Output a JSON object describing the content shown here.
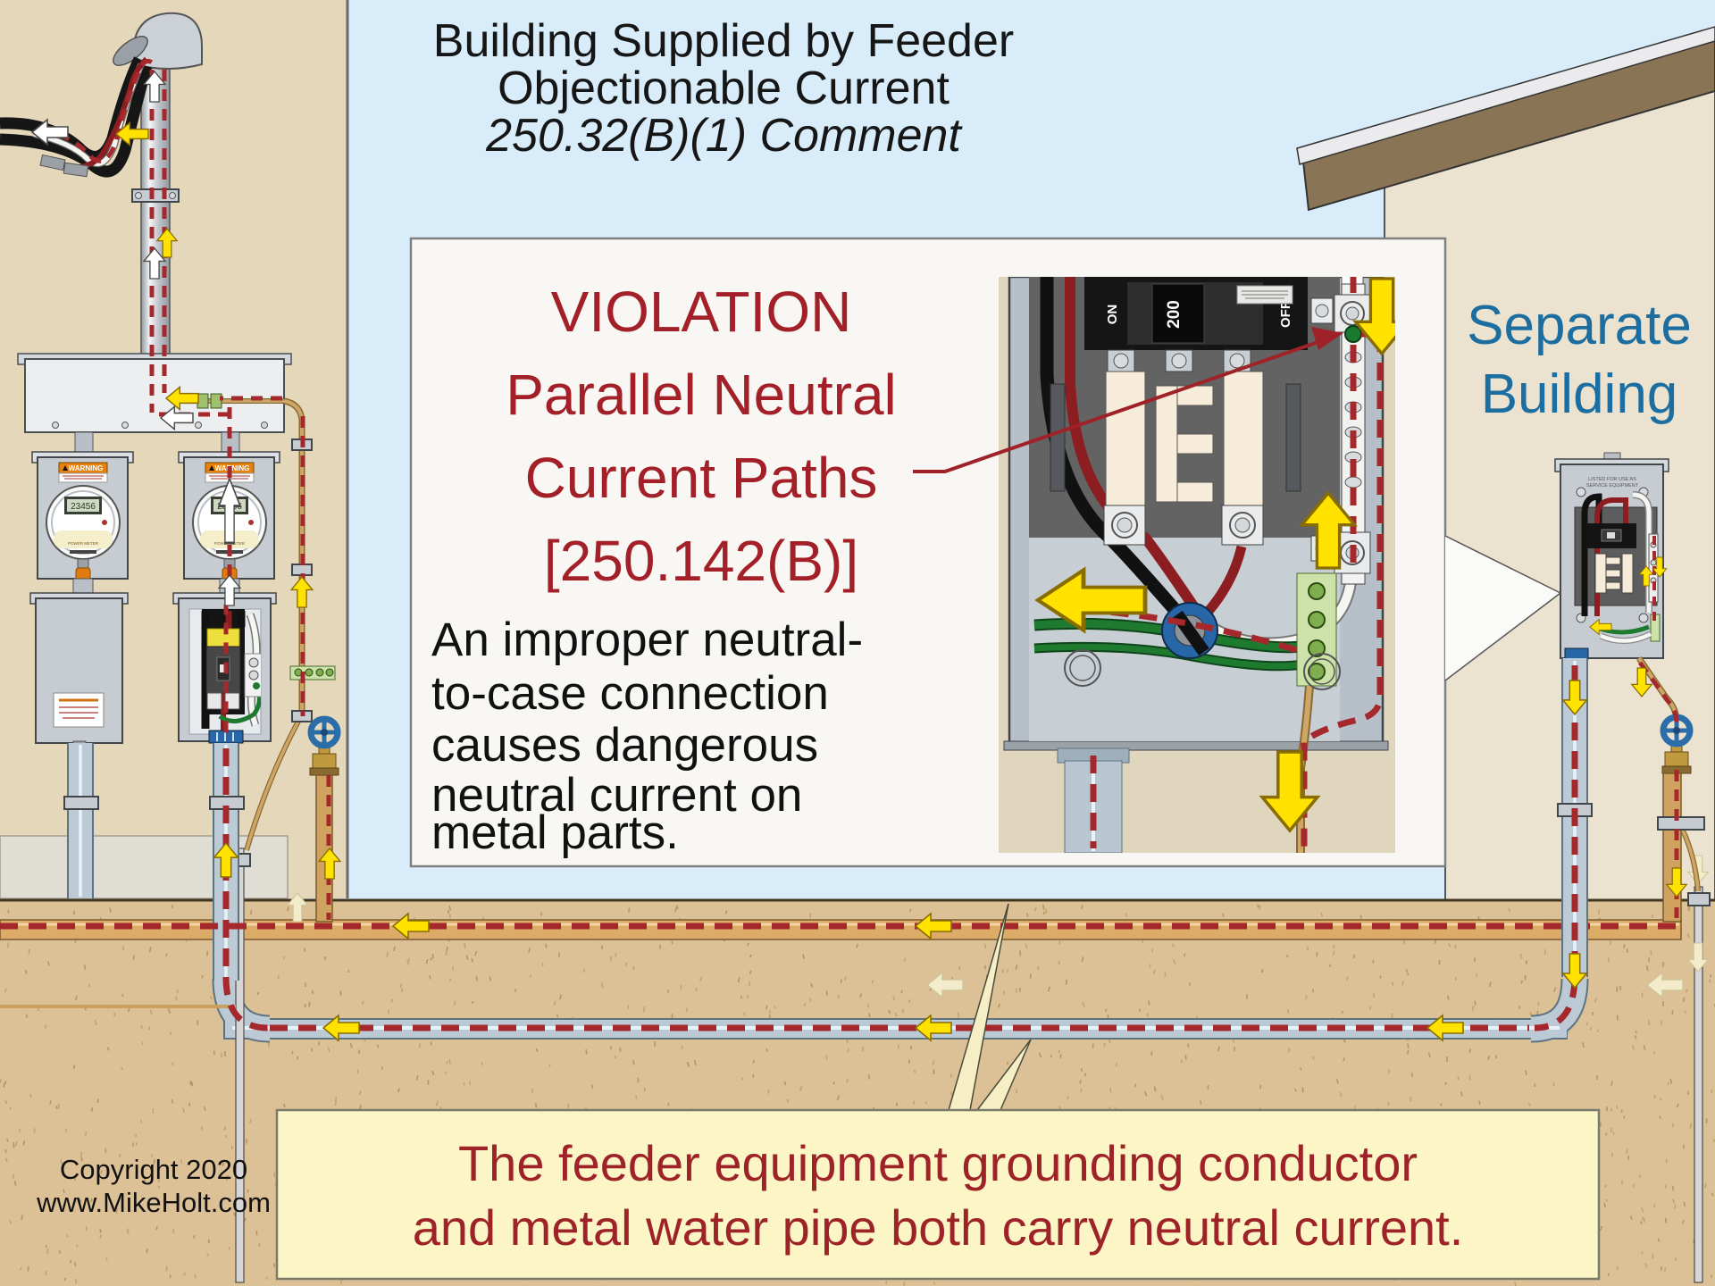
{
  "title": [
    "Building Supplied by Feeder",
    "Objectionable Current",
    "250.32(B)(1) Comment"
  ],
  "inset": {
    "heading": [
      "VIOLATION",
      "Parallel Neutral",
      "Current Paths",
      "[250.142(B)]"
    ],
    "body": [
      "An improper neutral-",
      "to-case connection",
      "causes dangerous",
      "neutral current on",
      "metal parts."
    ],
    "breaker": {
      "rating": "200",
      "on": "ON",
      "off": "OFF"
    }
  },
  "labels": {
    "separate_building": [
      "Separate",
      "Building"
    ]
  },
  "callout": [
    "The feeder equipment grounding conductor",
    "and metal water pipe both carry neutral current."
  ],
  "copyright": [
    "Copyright 2020",
    "www.MikeHolt.com"
  ],
  "meter": {
    "display": "23456",
    "warning": "WARNING",
    "brand": "POWER METER"
  },
  "remote_panel": {
    "listed": [
      "LISTED FOR USE AS",
      "SERVICE EQUIPMENT"
    ]
  },
  "colors": {
    "sky": "#d8ecf9",
    "wall_left": "#e5d7ba",
    "wall_right": "#ebe3d0",
    "foundation": "#e0ded4",
    "soil": "#dcc196",
    "inset_bg": "#f8f7f4",
    "callout_bg": "#fcf5c6",
    "violation_red": "#a32028",
    "label_blue": "#1c6da0",
    "dash_red": "#a5282c",
    "arrow_yellow": "#ffe200",
    "copper": "#cda668",
    "conduit": "#bccad6",
    "roof_brown": "#8a7456"
  }
}
